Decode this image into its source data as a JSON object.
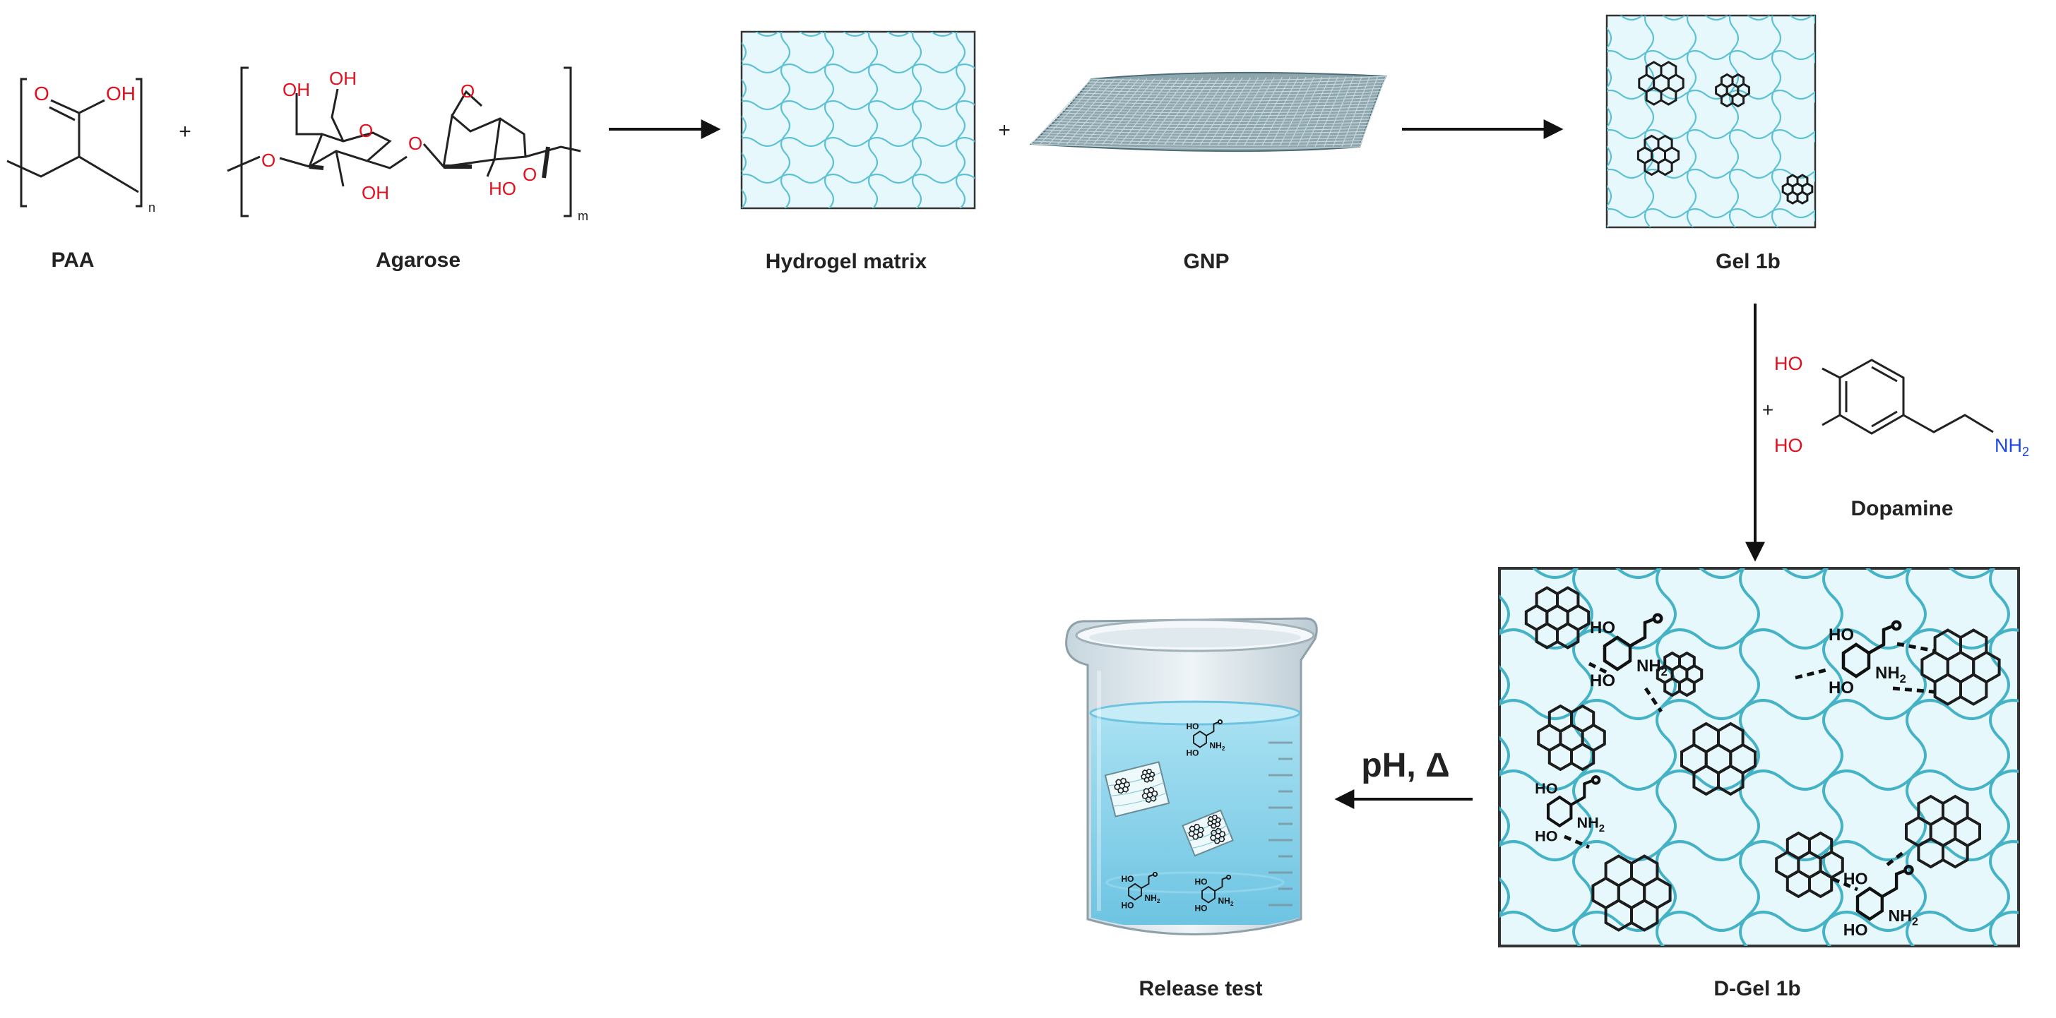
{
  "colors": {
    "gel_fill": "#e6f8fc",
    "gel_line": "#4fb8cc",
    "oxygen": "#e0101e",
    "nitrogen": "#1a46e6",
    "bond": "#222222",
    "graphene": "#5b7f8a",
    "water": "#8fd4ec",
    "glass": "#d4e1e7"
  },
  "labels": {
    "paa": "PAA",
    "agarose": "Agarose",
    "hydrogel": "Hydrogel matrix",
    "gnp": "GNP",
    "gel1b": "Gel 1b",
    "dopamine": "Dopamine",
    "dgel": "D-Gel 1b",
    "release": "Release test",
    "condition": "pH, Δ"
  },
  "symbols": {
    "plus": "+"
  },
  "chem": {
    "o": "O",
    "oh": "OH",
    "ho": "HO",
    "nh2": "NH",
    "sub2": "2",
    "n": "n",
    "m": "m"
  }
}
